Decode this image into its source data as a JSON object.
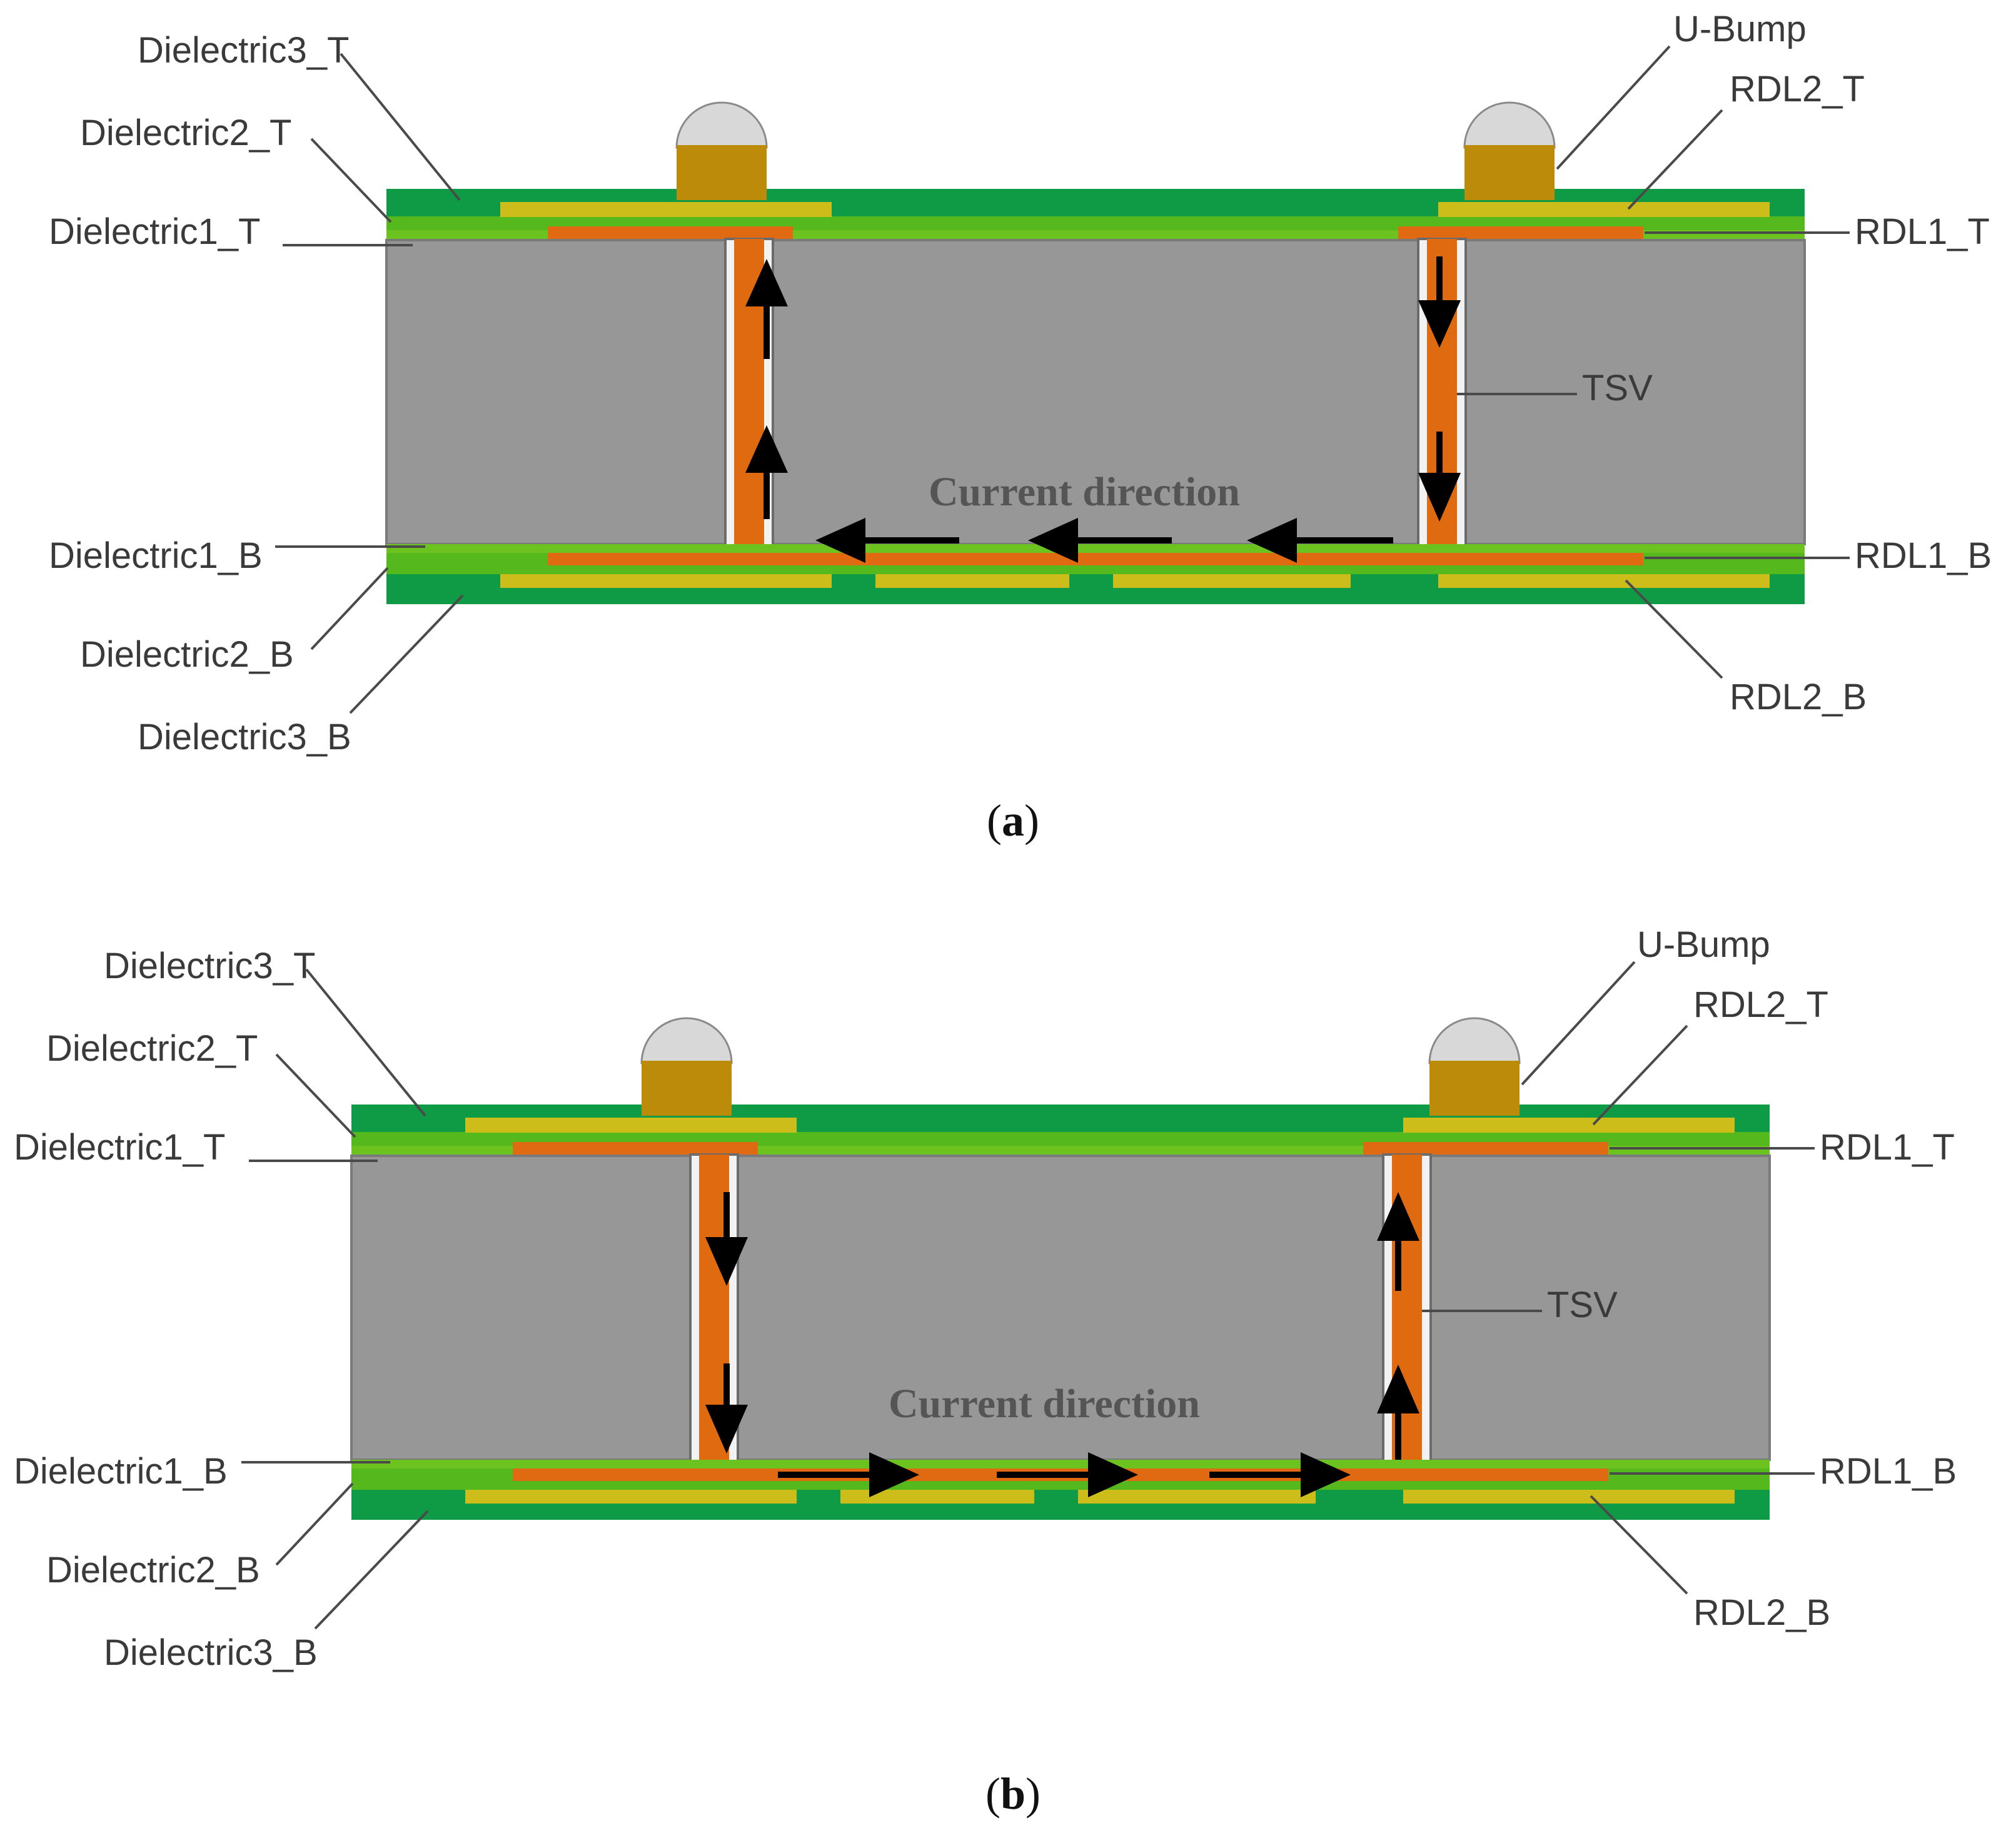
{
  "colors": {
    "dielectric3": "#0f9a46",
    "dielectric2": "#55b81c",
    "dielectric1": "#6cc21e",
    "rdl2": "#cdbd1b",
    "rdl1": "#e06a12",
    "silicon": "#979797",
    "tsv": "#df6a10",
    "bump_base": "#bd8b0a",
    "bump_cap": "#d8d8d8",
    "arrow": "#000000"
  },
  "panels": [
    {
      "caption_letter": "a",
      "current_label": "Current direction",
      "current_flow": "right TSV down, bottom RDL1 right-to-left, left TSV up",
      "labels": {
        "dielectric3_t": "Dielectric3_T",
        "dielectric2_t": "Dielectric2_T",
        "dielectric1_t": "Dielectric1_T",
        "dielectric1_b": "Dielectric1_B",
        "dielectric2_b": "Dielectric2_B",
        "dielectric3_b": "Dielectric3_B",
        "u_bump": "U-Bump",
        "rdl2_t": "RDL2_T",
        "rdl1_t": "RDL1_T",
        "tsv": "TSV",
        "rdl1_b": "RDL1_B",
        "rdl2_b": "RDL2_B"
      }
    },
    {
      "caption_letter": "b",
      "current_label": "Current direction",
      "current_flow": "left TSV down, bottom RDL1 left-to-right, right TSV up",
      "labels": {
        "dielectric3_t": "Dielectric3_T",
        "dielectric2_t": "Dielectric2_T",
        "dielectric1_t": "Dielectric1_T",
        "dielectric1_b": "Dielectric1_B",
        "dielectric2_b": "Dielectric2_B",
        "dielectric3_b": "Dielectric3_B",
        "u_bump": "U-Bump",
        "rdl2_t": "RDL2_T",
        "rdl1_t": "RDL1_T",
        "tsv": "TSV",
        "rdl1_b": "RDL1_B",
        "rdl2_b": "RDL2_B"
      }
    }
  ]
}
